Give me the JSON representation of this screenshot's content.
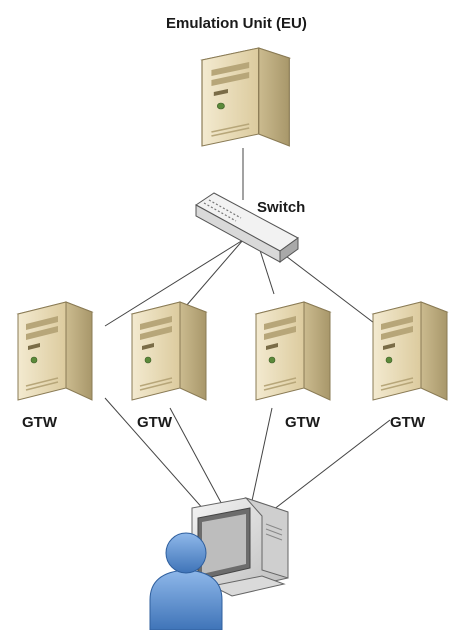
{
  "labels": {
    "emulation_unit": "Emulation Unit (EU)",
    "switch": "Switch",
    "gtw": [
      "GTW",
      "GTW",
      "GTW",
      "GTW"
    ]
  },
  "icons": {
    "server": "server-tower-icon",
    "switch": "network-switch-icon",
    "workstation": "workstation-monitor-icon",
    "user": "user-person-icon"
  },
  "colors": {
    "server_front": "#e9dcb8",
    "server_side": "#c5b488",
    "server_top": "#f6efd9",
    "user_blue": "#4f86c9",
    "lines": "#444444"
  }
}
